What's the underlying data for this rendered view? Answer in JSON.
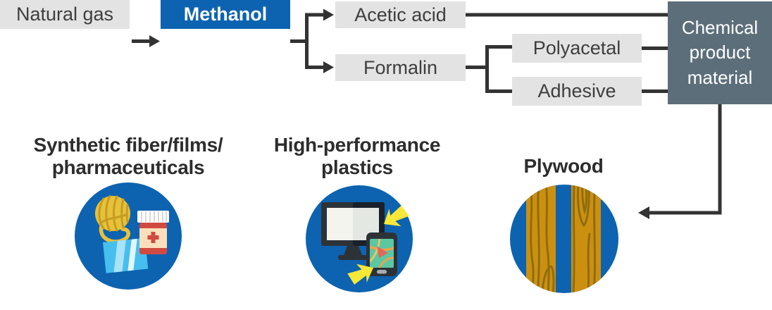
{
  "title": "Natural gas to chemical products flow diagram",
  "colors": {
    "brand_blue": "#0d63b0",
    "slate": "#5c6e7a",
    "box_gray": "#e3e3e3",
    "connector_dark": "#333333",
    "node_text": "#3e3e3e",
    "label_text": "#2d2d2d",
    "yarn_yellow": "#e6c23a",
    "yarn_shadow": "#c79b22",
    "pill_red": "#d14a42",
    "pill_label": "#fbdfbd",
    "film_blue": "#47bfee",
    "film_stripe": "#a9e2f9",
    "device_dark": "#2d3237",
    "screen_white": "#f4f4ef",
    "map_teal": "#5bc7a3",
    "road_orange": "#eda24e",
    "pointer_red": "#e0695a",
    "impact_yellow": "#f6e838",
    "wood_amber": "#cc9011",
    "wood_grain": "#8f6d0e"
  },
  "flow": {
    "natural_gas": "Natural gas",
    "methanol": "Methanol",
    "acetic_acid": "Acetic acid",
    "formalin": "Formalin",
    "polyacetal": "Polyacetal",
    "adhesive": "Adhesive",
    "chemical_product_material": "Chemical product material"
  },
  "products": {
    "fiber": {
      "lines": [
        "Synthetic fiber/films/",
        "pharmaceuticals"
      ],
      "icons": [
        "yarn-ball",
        "pill-bottle",
        "film-sheet"
      ]
    },
    "plastics": {
      "lines": [
        "High-performance",
        "plastics"
      ],
      "icons": [
        "computer-monitor",
        "smartphone-gps",
        "impact-arrows"
      ]
    },
    "plywood": {
      "lines": [
        "Plywood"
      ],
      "icons": [
        "plywood-board"
      ]
    }
  }
}
